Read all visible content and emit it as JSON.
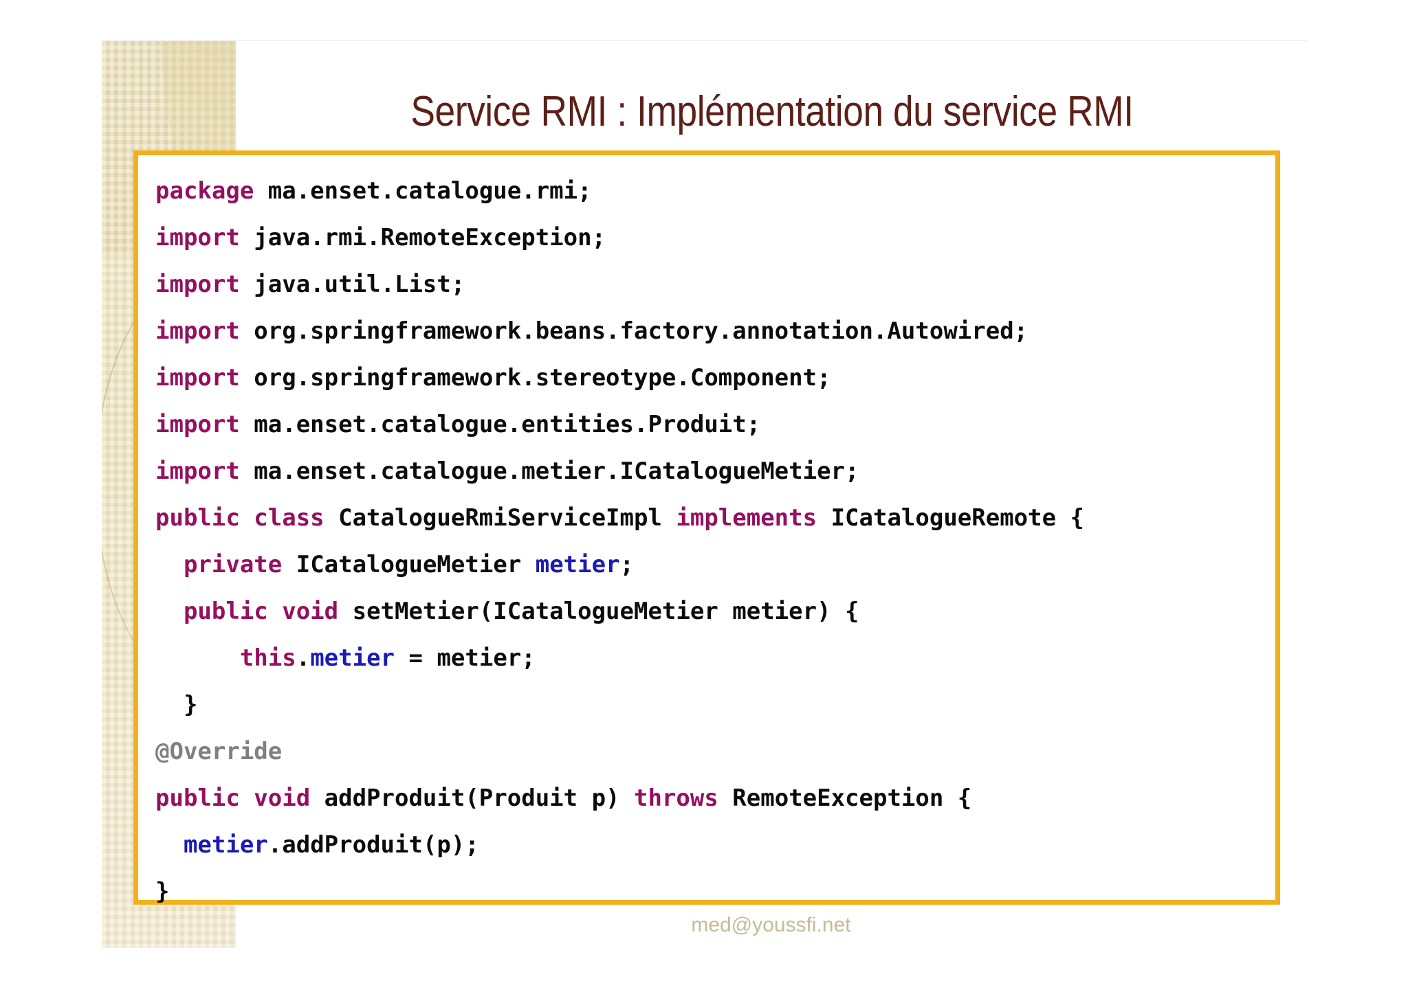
{
  "slide": {
    "title": "Service RMI : Implémentation du service RMI",
    "footer": "med@youssfi.net",
    "colors": {
      "title": "#5c2018",
      "code_border": "#f2b01c",
      "keyword": "#95105f",
      "variable": "#1b1bb4",
      "annotation": "#808080",
      "plain": "#0c0c0c",
      "band": "#eadfb8",
      "footer": "#c5bb93"
    }
  },
  "code": {
    "language": "java",
    "lines": [
      [
        {
          "t": "package",
          "c": "kw"
        },
        {
          "t": " ma.enset.catalogue.rmi;",
          "c": "pl"
        }
      ],
      [
        {
          "t": "import",
          "c": "kw"
        },
        {
          "t": " java.rmi.RemoteException;",
          "c": "pl"
        }
      ],
      [
        {
          "t": "import",
          "c": "kw"
        },
        {
          "t": " java.util.List;",
          "c": "pl"
        }
      ],
      [
        {
          "t": "import",
          "c": "kw"
        },
        {
          "t": " org.springframework.beans.factory.annotation.Autowired;",
          "c": "pl"
        }
      ],
      [
        {
          "t": "import",
          "c": "kw"
        },
        {
          "t": " org.springframework.stereotype.Component;",
          "c": "pl"
        }
      ],
      [
        {
          "t": "import",
          "c": "kw"
        },
        {
          "t": " ma.enset.catalogue.entities.Produit;",
          "c": "pl"
        }
      ],
      [
        {
          "t": "import",
          "c": "kw"
        },
        {
          "t": " ma.enset.catalogue.metier.ICatalogueMetier;",
          "c": "pl"
        }
      ],
      [
        {
          "t": "public class",
          "c": "kw"
        },
        {
          "t": " CatalogueRmiServiceImpl ",
          "c": "pl"
        },
        {
          "t": "implements",
          "c": "kw"
        },
        {
          "t": " ICatalogueRemote {",
          "c": "pl"
        }
      ],
      [
        {
          "t": "  ",
          "c": "pl"
        },
        {
          "t": "private",
          "c": "kw"
        },
        {
          "t": " ICatalogueMetier ",
          "c": "pl"
        },
        {
          "t": "metier",
          "c": "var"
        },
        {
          "t": ";",
          "c": "pl"
        }
      ],
      [
        {
          "t": "  ",
          "c": "pl"
        },
        {
          "t": "public void",
          "c": "kw"
        },
        {
          "t": " setMetier(ICatalogueMetier metier) {",
          "c": "pl"
        }
      ],
      [
        {
          "t": "      ",
          "c": "pl"
        },
        {
          "t": "this",
          "c": "kw"
        },
        {
          "t": ".",
          "c": "pl"
        },
        {
          "t": "metier",
          "c": "var"
        },
        {
          "t": " = metier;",
          "c": "pl"
        }
      ],
      [
        {
          "t": "  }",
          "c": "pl"
        }
      ],
      [
        {
          "t": "@Override",
          "c": "anno"
        }
      ],
      [
        {
          "t": "public void",
          "c": "kw"
        },
        {
          "t": " addProduit(Produit p) ",
          "c": "pl"
        },
        {
          "t": "throws",
          "c": "kw"
        },
        {
          "t": " RemoteException {",
          "c": "pl"
        }
      ],
      [
        {
          "t": "  ",
          "c": "pl"
        },
        {
          "t": "metier",
          "c": "var"
        },
        {
          "t": ".addProduit(p);",
          "c": "pl"
        }
      ],
      [
        {
          "t": "}",
          "c": "pl"
        }
      ]
    ]
  }
}
